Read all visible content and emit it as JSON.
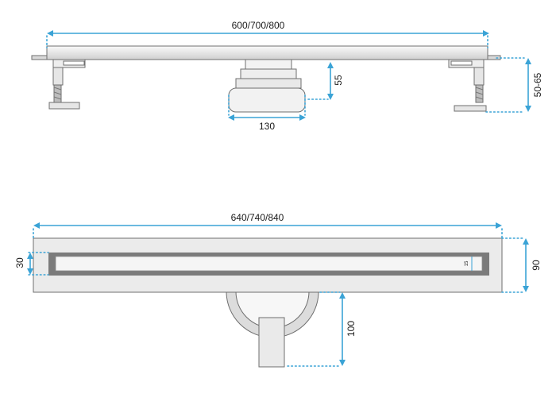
{
  "colors": {
    "dimension": "#3aa3d6",
    "body_light": "#e8e8e8",
    "body_frame": "#7b7b7b",
    "grate": "#f5f5f5",
    "outline": "#6f6f6f"
  },
  "side_view": {
    "length_label": "600/700/800",
    "height_label": "55",
    "outlet_width_label": "130",
    "adjust_label": "50-65"
  },
  "top_view": {
    "length_label": "640/740/840",
    "inner_width_label": "30",
    "body_width_label": "90",
    "outlet_depth_label": "100",
    "slot_label": "15"
  }
}
